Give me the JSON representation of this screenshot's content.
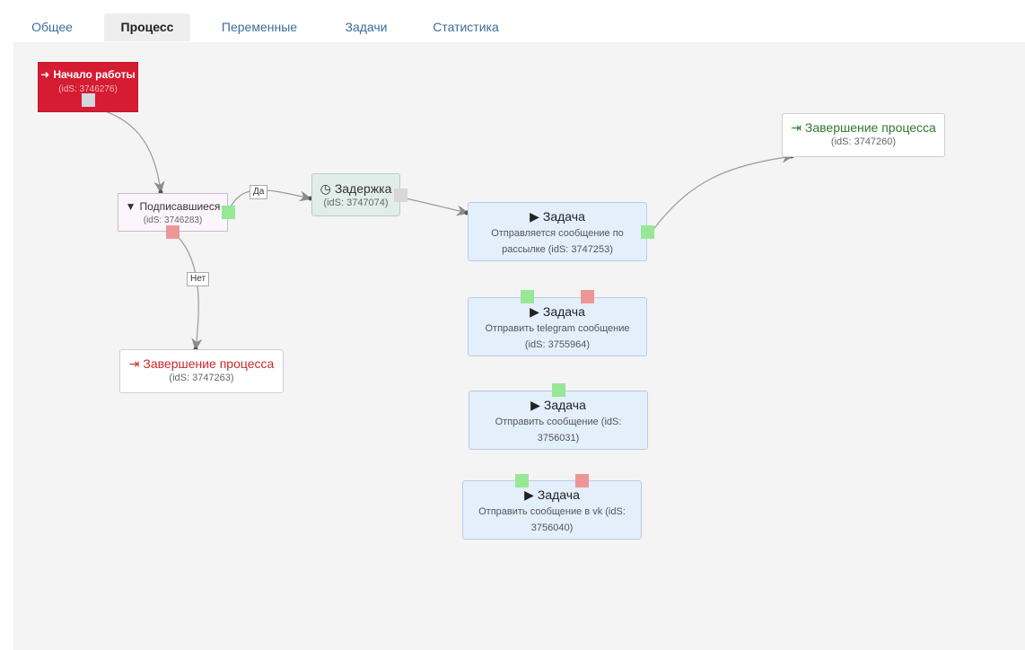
{
  "tabs": [
    "Общее",
    "Процесс",
    "Переменные",
    "Задачи",
    "Статистика"
  ],
  "active_tab": "Процесс",
  "nodes": {
    "start": {
      "title": "Начало работы",
      "ids": "(idS: 3746276)",
      "icon": "sign-in-icon"
    },
    "filter": {
      "title": "Подписавшиеся",
      "ids": "(idS: 3746283)",
      "icon": "filter-icon"
    },
    "delay": {
      "title": "Задержка",
      "ids": "(idS: 3747074)",
      "icon": "clock-icon"
    },
    "task1": {
      "title": "Задача",
      "desc": "Отправляется сообщение по рассылке (idS: 3747253)",
      "icon": "play-icon"
    },
    "task2": {
      "title": "Задача",
      "desc": "Отправить telegram сообщение (idS: 3755964)",
      "icon": "play-icon"
    },
    "task3": {
      "title": "Задача",
      "desc": "Отправить сообщение (idS: 3756031)",
      "icon": "play-icon"
    },
    "task4": {
      "title": "Задача",
      "desc": "Отправить сообщение в vk (idS: 3756040)",
      "icon": "play-icon"
    },
    "end_green": {
      "title": "Завершение процесса",
      "ids": "(idS: 3747260)",
      "icon": "sign-out-icon"
    },
    "end_red": {
      "title": "Завершение процесса",
      "ids": "(idS: 3747263)",
      "icon": "sign-out-icon"
    }
  },
  "edge_labels": {
    "yes": "Да",
    "no": "Нет"
  },
  "colors": {
    "start": "#d51c32",
    "port_yes": "#96e896",
    "port_no": "#ee9696",
    "end_green_text": "#2d7a2d",
    "end_red_text": "#cc2a2a"
  }
}
